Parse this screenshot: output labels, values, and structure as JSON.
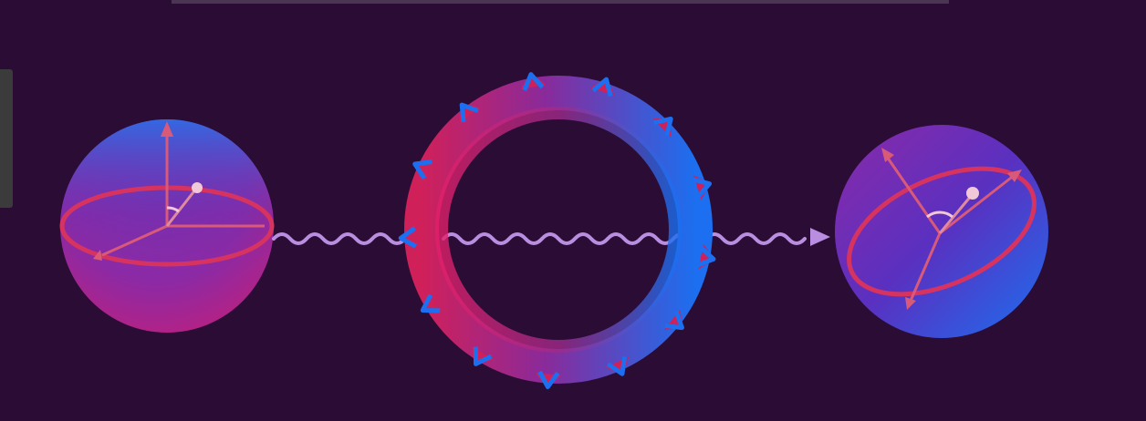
{
  "scene": {
    "background": "#2a0c35",
    "colors": {
      "magenta": "#d0205a",
      "blue": "#1b6ff0",
      "purple": "#6a2aa0",
      "wave": "#b98ee0",
      "vector": "#d85a78"
    },
    "components": [
      {
        "name": "input-qubit-bloch-sphere",
        "icon": "sphere"
      },
      {
        "name": "photon-wave",
        "icon": "wavy-arrow"
      },
      {
        "name": "ring-resonator",
        "icon": "ring",
        "marker_count": 13
      },
      {
        "name": "output-qubit-bloch-sphere",
        "icon": "sphere"
      }
    ]
  }
}
